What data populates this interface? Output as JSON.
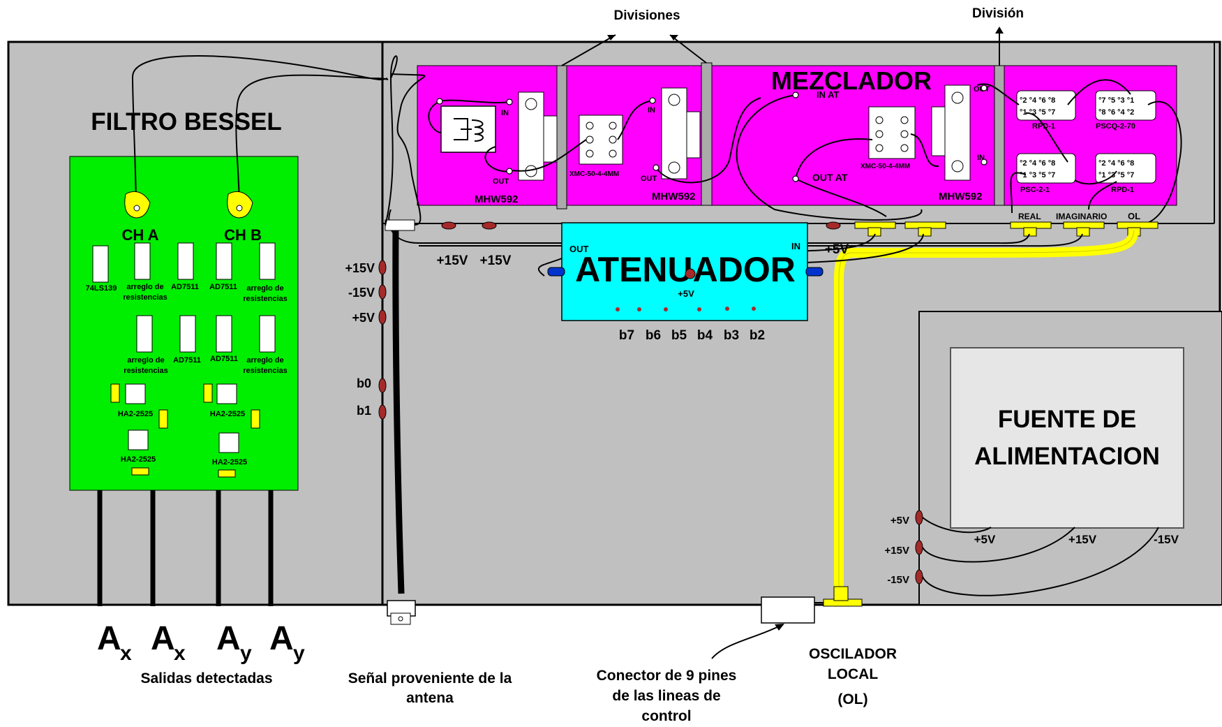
{
  "labels": {
    "divisiones": "Divisiones",
    "division": "División",
    "mezclador": "MEZCLADOR",
    "filtro_bessel": "FILTRO BESSEL",
    "ch_a": "CH A",
    "ch_b": "CH B",
    "atenuador": "ATENUADOR",
    "fuente_line1": "FUENTE DE",
    "fuente_line2": "ALIMENTACION",
    "salidas": "Salidas detectadas",
    "senal_line1": "Señal proveniente de la",
    "senal_line2": "antena",
    "conector_line1": "Conector de 9 pines",
    "conector_line2": "de las lineas de",
    "conector_line3": "control",
    "oscilador_line1": "OSCILADOR",
    "oscilador_line2": "LOCAL",
    "oscilador_line3": "(OL)"
  },
  "outputs": [
    {
      "base": "A",
      "sub": "x"
    },
    {
      "base": "A",
      "sub": "x"
    },
    {
      "base": "A",
      "sub": "y"
    },
    {
      "base": "A",
      "sub": "y"
    }
  ],
  "chips_bessel": {
    "r1": [
      "74LS139",
      "arreglo de",
      "resistencias",
      "AD7511",
      "AD7511",
      "arreglo de",
      "resistencias"
    ],
    "r2": [
      "arreglo de",
      "resistencias",
      "AD7511",
      "AD7511",
      "arreglo de",
      "resistencias"
    ],
    "opamps": [
      "HA2-2525",
      "HA2-2525",
      "HA2-2525",
      "HA2-2525"
    ]
  },
  "mixer_parts": {
    "in": "IN",
    "out": "OUT",
    "in_at": "IN AT",
    "out_at": "OUT AT",
    "mhw": "MHW592",
    "xmc": "XMC-50-4-4MM",
    "rpd1": "RPD-1",
    "pscq": "PSCQ-2-70",
    "psc21": "PSC-2-1",
    "real": "REAL",
    "imaginario": "IMAGINARIO",
    "ol": "OL",
    "pins_a": "°2 °4 °6 °8",
    "pins_b": "°1 °3 °5 °7",
    "pins_c": "°7 °5 °3 °1",
    "pins_d": "°8 °6 °4 °2"
  },
  "voltages": {
    "p15": "+15V",
    "m15": "-15V",
    "p5": "+5V",
    "b0": "b0",
    "b1": "b1"
  },
  "atten_bits": [
    "b7",
    "b6",
    "b5",
    "b4",
    "b3",
    "b2"
  ],
  "atten_parts": {
    "out": "OUT",
    "in": "IN",
    "p5": "+5V"
  },
  "colors": {
    "chassis": "#c0c0c0",
    "mixer": "#ff00ff",
    "bessel": "#00ee00",
    "atenuador": "#00ffff",
    "fuente": "#e6e6e6",
    "cable_yellow": "#ffff00",
    "connector_red": "#a52a2a"
  }
}
